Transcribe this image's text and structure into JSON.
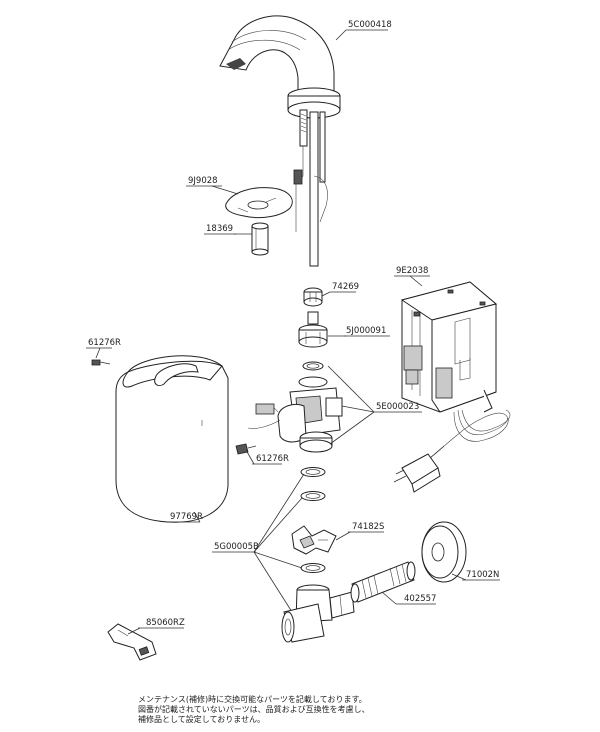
{
  "parts": {
    "faucet_spout": "5C000418",
    "plate": "9J9028",
    "tube": "18369",
    "nut": "74269",
    "adapter": "5J000091",
    "control_box": "9E2038",
    "screw_top": "61276R",
    "screw_mid": "61276R",
    "valve": "5E000023",
    "cover": "97769R",
    "bracket": "74182S",
    "gasket": "5G00005B",
    "escutcheon": "71002N",
    "pipe": "402557",
    "key": "85060RZ"
  },
  "note": {
    "line1": "メンテナンス(補修)時に交換可能なパーツを記載しております。",
    "line2": "図番が記載されていないパーツは、品質および互換性を考慮し、",
    "line3": "補修品として設定しておりません。"
  }
}
